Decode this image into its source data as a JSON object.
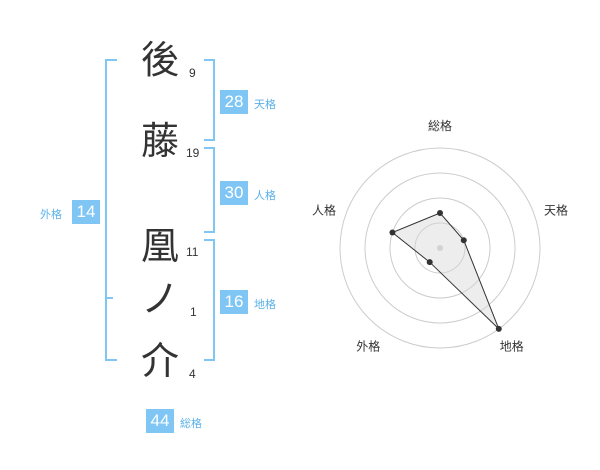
{
  "name": {
    "chars": [
      {
        "char": "後",
        "strokes": "9"
      },
      {
        "char": "藤",
        "strokes": "19"
      },
      {
        "char": "凰",
        "strokes": "11"
      },
      {
        "char": "ノ",
        "strokes": "1"
      },
      {
        "char": "介",
        "strokes": "4"
      }
    ]
  },
  "fortunes": {
    "tenkaku": {
      "value": "28",
      "label": "天格"
    },
    "jinkaku": {
      "value": "30",
      "label": "人格"
    },
    "chikaku": {
      "value": "16",
      "label": "地格"
    },
    "gaikaku": {
      "value": "14",
      "label": "外格"
    },
    "soukaku": {
      "value": "44",
      "label": "総格"
    }
  },
  "colors": {
    "accent": "#7fc6f5",
    "label": "#5ab1ea",
    "text": "#333333"
  },
  "chart_data": {
    "type": "radar",
    "axes": [
      "総格",
      "天格",
      "地格",
      "外格",
      "人格"
    ],
    "rings": 4,
    "max": 4,
    "values": [
      1.4,
      1.0,
      4.0,
      0.7,
      2.0
    ]
  }
}
